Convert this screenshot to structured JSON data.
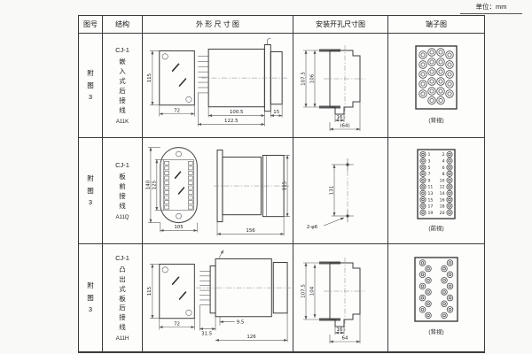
{
  "unit_label": "单位：mm",
  "table": {
    "headers": [
      "图号",
      "结构",
      "外 形 尺 寸 图",
      "安装开孔尺寸图",
      "端子图"
    ],
    "rows": [
      {
        "fig_no": "附图3",
        "structure": {
          "model": "CJ-1",
          "desc": "嵌入式后接线",
          "code": "A11K"
        },
        "outline": {
          "front_h": "115",
          "front_w": "72",
          "body_len": "100.5",
          "total_len": "122.5",
          "rear_len": "15"
        },
        "mounting": {
          "outer_h": "107.5",
          "inner_h": "106",
          "tab_w": "16",
          "overall_w": "(64)"
        },
        "terminal": {
          "view": "(背视)",
          "pattern": "grid22"
        }
      },
      {
        "fig_no": "附图3",
        "structure": {
          "model": "CJ-1",
          "desc": "板前接线",
          "code": "A11Q"
        },
        "outline": {
          "flange_h": "140",
          "body_h": "125",
          "front_w": "105",
          "total_len": "156",
          "side_h": "115"
        },
        "mounting": {
          "hole_span": "131",
          "holes": "2-φ6"
        },
        "terminal": {
          "view": "(前视)",
          "pattern": "numbered20",
          "left_numbers": [
            "1",
            "3",
            "5",
            "7",
            "9",
            "11",
            "13",
            "15",
            "17",
            "19"
          ],
          "right_numbers": [
            "2",
            "4",
            "6",
            "8",
            "10",
            "12",
            "14",
            "16",
            "18",
            "20"
          ]
        }
      },
      {
        "fig_no": "附图3",
        "structure": {
          "model": "CJ-1",
          "desc": "凸出式板后接线",
          "code": "A11H"
        },
        "outline": {
          "front_h": "115",
          "front_w": "72",
          "pin_len": "31.5",
          "offset": "9.5",
          "total_len": "126"
        },
        "mounting": {
          "outer_h": "107.5",
          "inner_h": "104",
          "tab_w": "16",
          "overall_w": "64"
        },
        "terminal": {
          "view": "(背视)",
          "pattern": "staggered20"
        }
      }
    ]
  }
}
